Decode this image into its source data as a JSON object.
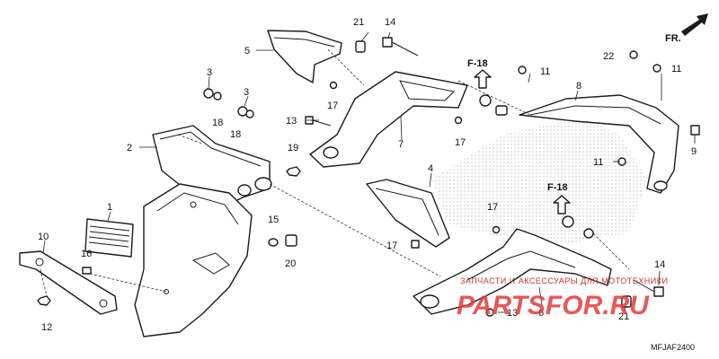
{
  "diagram": {
    "direction_label": "FR.",
    "reference_label": "F-18",
    "diagram_code": "MFJAF2400",
    "callouts": [
      {
        "id": "c1",
        "text": "1"
      },
      {
        "id": "c2",
        "text": "2"
      },
      {
        "id": "c3a",
        "text": "3"
      },
      {
        "id": "c3b",
        "text": "3"
      },
      {
        "id": "c4",
        "text": "4"
      },
      {
        "id": "c5",
        "text": "5"
      },
      {
        "id": "c6",
        "text": "6"
      },
      {
        "id": "c7",
        "text": "7"
      },
      {
        "id": "c8",
        "text": "8"
      },
      {
        "id": "c9",
        "text": "9"
      },
      {
        "id": "c10",
        "text": "10"
      },
      {
        "id": "c11a",
        "text": "11"
      },
      {
        "id": "c11b",
        "text": "11"
      },
      {
        "id": "c11c",
        "text": "11"
      },
      {
        "id": "c12",
        "text": "12"
      },
      {
        "id": "c13a",
        "text": "13"
      },
      {
        "id": "c13b",
        "text": "13"
      },
      {
        "id": "c14a",
        "text": "14"
      },
      {
        "id": "c14b",
        "text": "14"
      },
      {
        "id": "c15",
        "text": "15"
      },
      {
        "id": "c16",
        "text": "16"
      },
      {
        "id": "c17a",
        "text": "17"
      },
      {
        "id": "c17b",
        "text": "17"
      },
      {
        "id": "c17c",
        "text": "17"
      },
      {
        "id": "c17d",
        "text": "17"
      },
      {
        "id": "c18a",
        "text": "18"
      },
      {
        "id": "c18b",
        "text": "18"
      },
      {
        "id": "c19",
        "text": "19"
      },
      {
        "id": "c20",
        "text": "20"
      },
      {
        "id": "c21a",
        "text": "21"
      },
      {
        "id": "c21b",
        "text": "21"
      },
      {
        "id": "c22",
        "text": "22"
      }
    ]
  },
  "watermark": {
    "tagline": "ЗАПЧАСТИ И АКСЕССУАРЫ ДЛЯ МОТОТЕХНИКИ",
    "logo": "PARTSFOR.RU"
  }
}
